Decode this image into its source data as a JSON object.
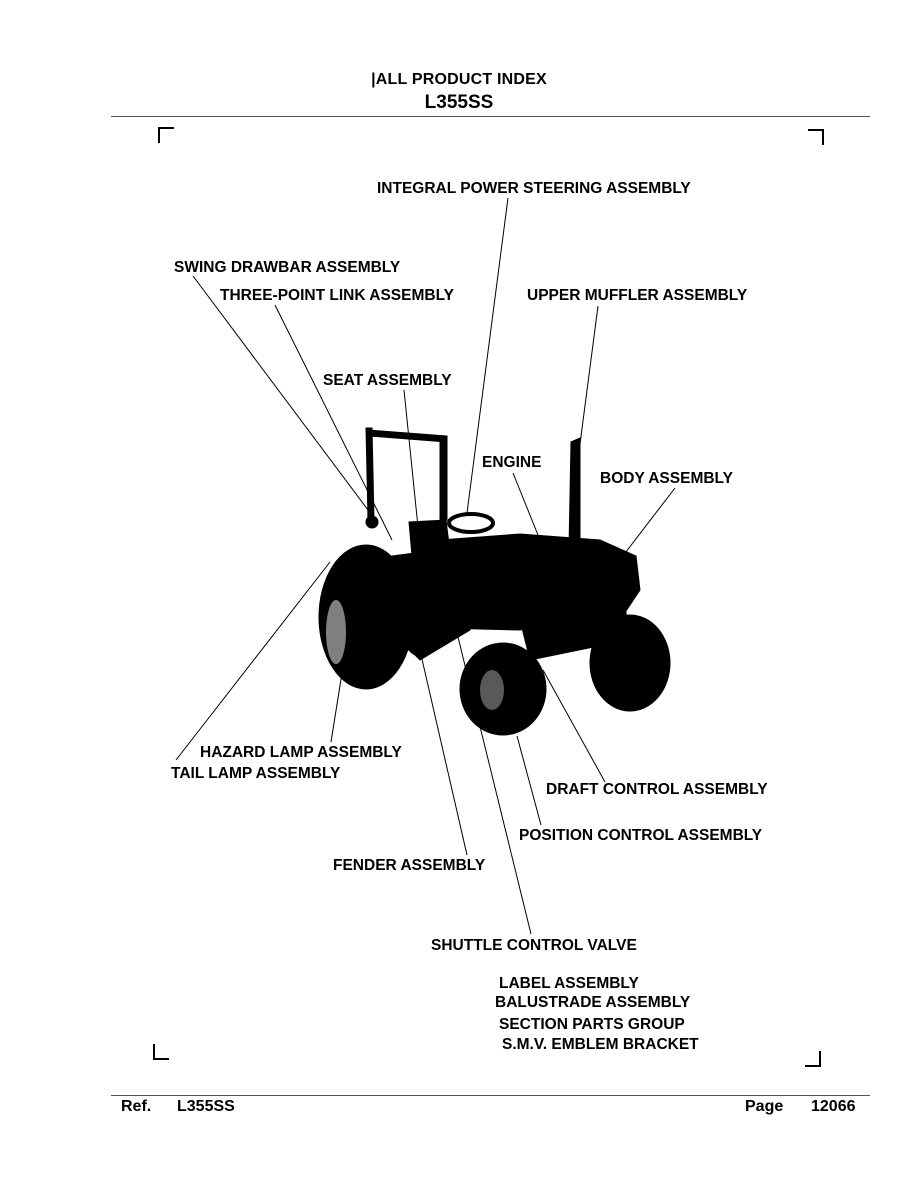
{
  "header": {
    "title": "|ALL PRODUCT INDEX",
    "model": "L355SS"
  },
  "labels": {
    "integral_power_steering": "INTEGRAL POWER STEERING ASSEMBLY",
    "swing_drawbar": "SWING DRAWBAR ASSEMBLY",
    "three_point_link": "THREE-POINT LINK ASSEMBLY",
    "upper_muffler": "UPPER MUFFLER ASSEMBLY",
    "seat": "SEAT ASSEMBLY",
    "engine": "ENGINE",
    "body": "BODY ASSEMBLY",
    "hazard_lamp": "HAZARD LAMP ASSEMBLY",
    "tail_lamp": "TAIL LAMP ASSEMBLY",
    "draft_control": "DRAFT CONTROL ASSEMBLY",
    "position_control": "POSITION CONTROL ASSEMBLY",
    "fender": "FENDER ASSEMBLY",
    "shuttle_control": "SHUTTLE CONTROL VALVE",
    "label_assembly": "LABEL ASSEMBLY",
    "balustrade": "BALUSTRADE ASSEMBLY",
    "section_parts": "SECTION PARTS GROUP",
    "smv_emblem": "S.M.V. EMBLEM BRACKET"
  },
  "footer": {
    "ref_label": "Ref.",
    "ref_value": "L355SS",
    "page_label": "Page",
    "page_value": "12066"
  }
}
